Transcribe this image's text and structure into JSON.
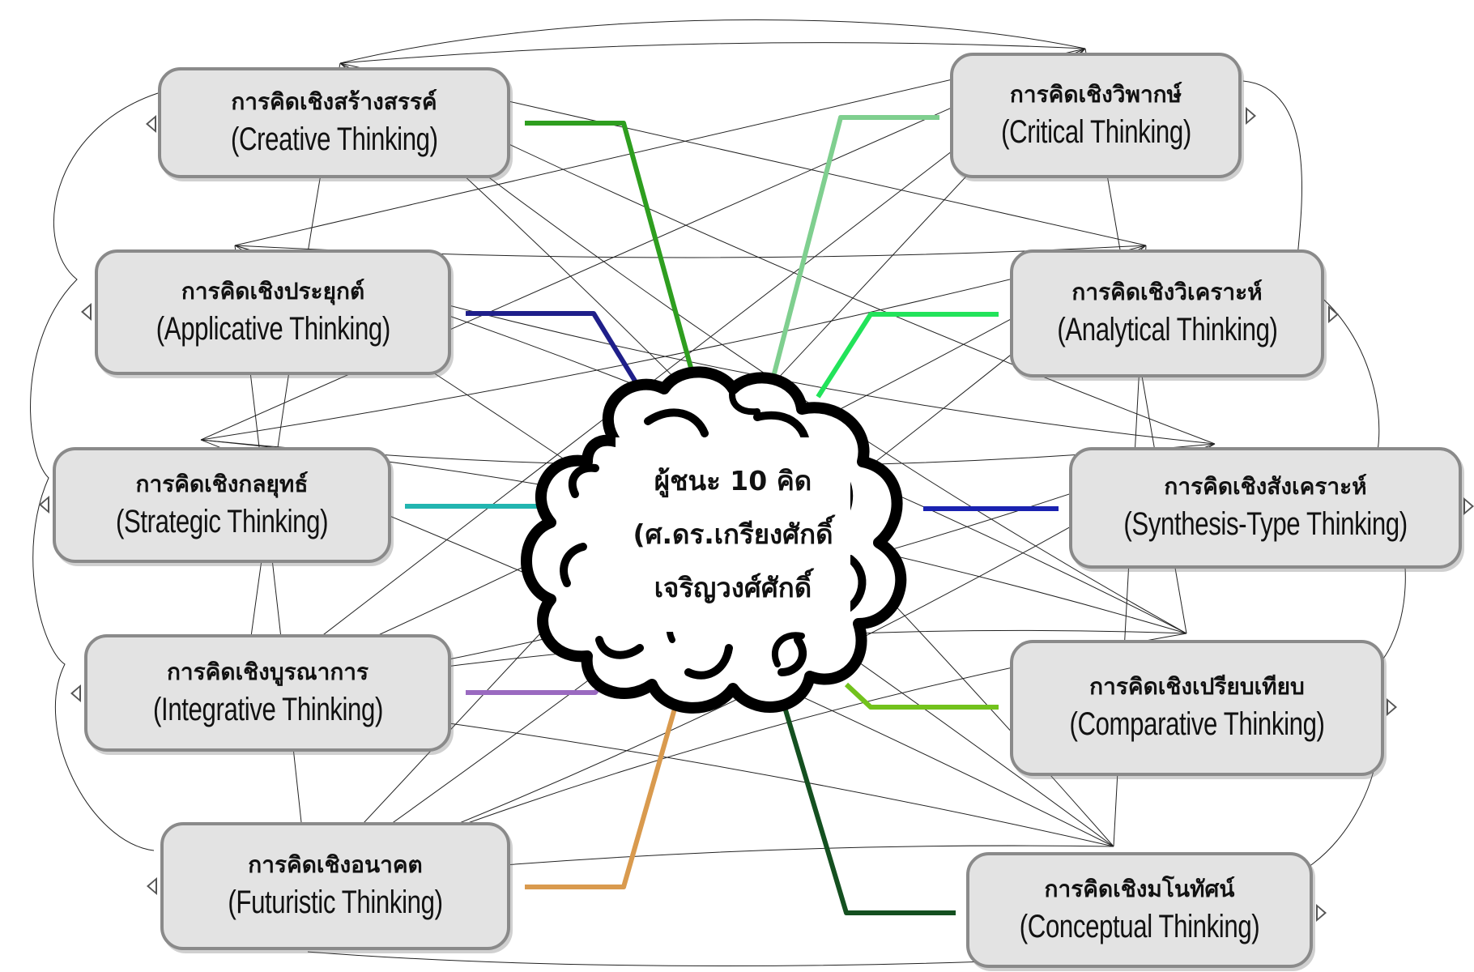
{
  "center": {
    "line1": "ผู้ชนะ 10 คิด",
    "line2": "(ศ.ดร.เกรียงศักดิ์",
    "line3": "เจริญวงศ์ศักดิ์"
  },
  "nodes": [
    {
      "id": "creative",
      "thai": "การคิดเชิงสร้างสรรค์",
      "english": "(Creative Thinking)",
      "branch_color": "#2e9e1f"
    },
    {
      "id": "applicative",
      "thai": "การคิดเชิงประยุกต์",
      "english": "(Applicative Thinking)",
      "branch_color": "#1f1f8a"
    },
    {
      "id": "strategic",
      "thai": "การคิดเชิงกลยุทธ์",
      "english": "(Strategic Thinking)",
      "branch_color": "#22b5b0"
    },
    {
      "id": "integrative",
      "thai": "การคิดเชิงบูรณาการ",
      "english": "(Integrative Thinking)",
      "branch_color": "#9a6ac0"
    },
    {
      "id": "futuristic",
      "thai": "การคิดเชิงอนาคต",
      "english": "(Futuristic Thinking)",
      "branch_color": "#d99a4e"
    },
    {
      "id": "critical",
      "thai": "การคิดเชิงวิพากษ์",
      "english": "(Critical Thinking)",
      "branch_color": "#7fcf8f"
    },
    {
      "id": "analytical",
      "thai": "การคิดเชิงวิเคราะห์",
      "english": "(Analytical Thinking)",
      "branch_color": "#22e35a"
    },
    {
      "id": "synthesis",
      "thai": "การคิดเชิงสังเคราะห์",
      "english": "(Synthesis-Type Thinking)",
      "branch_color": "#1a22b0"
    },
    {
      "id": "comparative",
      "thai": "การคิดเชิงเปรียบเทียบ",
      "english": "(Comparative Thinking)",
      "branch_color": "#72c21c"
    },
    {
      "id": "conceptual",
      "thai": "การคิดเชิงมโนทัศน์",
      "english": "(Conceptual Thinking)",
      "branch_color": "#145020"
    }
  ]
}
